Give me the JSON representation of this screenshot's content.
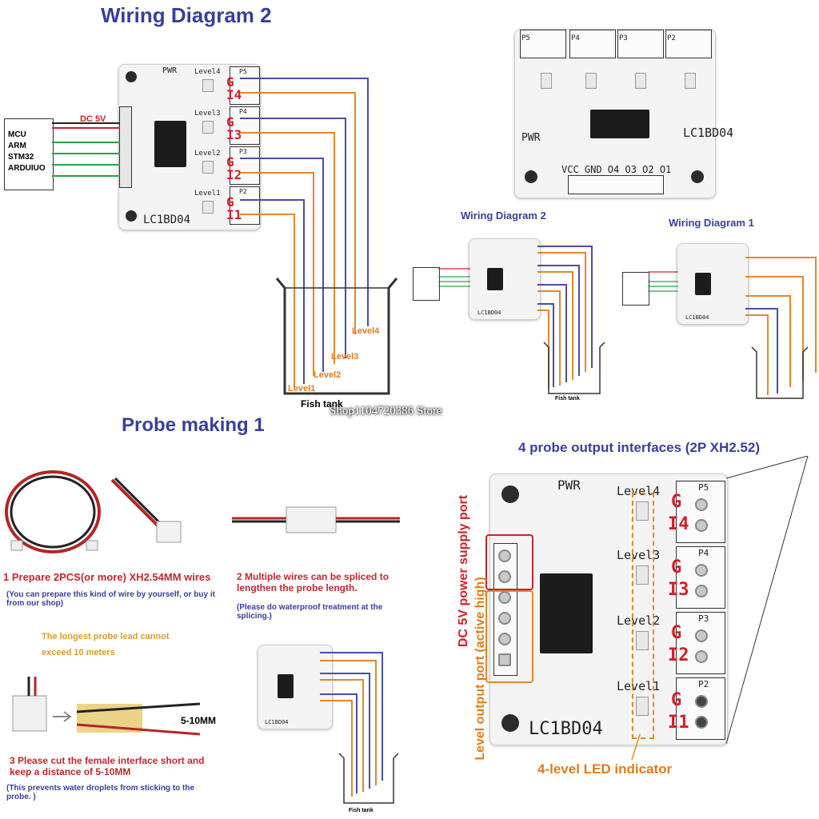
{
  "titles": {
    "wiring2_main": "Wiring Diagram 2",
    "wiring2_small": "Wiring Diagram 2",
    "wiring1_small": "Wiring Diagram 1",
    "probe_making": "Probe making 1",
    "interfaces": "4 probe output interfaces (2P XH2.52)"
  },
  "board": {
    "model": "LC1BD04",
    "pwr": "PWR",
    "levels": [
      "Level4",
      "Level3",
      "Level2",
      "Level1"
    ],
    "ports": [
      "P5",
      "P4",
      "P3",
      "P2"
    ],
    "pins": [
      "VCC",
      "GND",
      "O4",
      "O3",
      "O2",
      "O1"
    ],
    "probe_labels": [
      "G",
      "I4",
      "G",
      "I3",
      "G",
      "I2",
      "G",
      "I1"
    ],
    "dc": "DC 5V",
    "mcu": [
      "MCU",
      "ARM",
      "STM32",
      "ARDUIUO"
    ]
  },
  "tank": {
    "label": "Fish tank",
    "levels": [
      "Level4",
      "Level3",
      "Level2",
      "Level1"
    ]
  },
  "watermark": "Shop1104720386 Store",
  "steps": {
    "step1_title": "1 Prepare 2PCS(or more) XH2.54MM wires",
    "step1_note": "(You can prepare this kind of wire by yourself, or buy it from our shop)",
    "limit": "The longest probe lead cannot exceed 10 meters",
    "step2_title": "2 Multiple wires can be spliced to lengthen the probe length.",
    "step2_note": "(Please do waterproof treatment at the splicing.)",
    "step3_title": "3 Please cut the female interface short and keep a distance of 5-10MM",
    "step3_note": "(This prevents water droplets from sticking to the probe. )",
    "distance": "5-10MM"
  },
  "annotations": {
    "power_port": "DC 5V power supply port",
    "level_port": "Level output port (active high)",
    "led_indicator": "4-level LED indicator"
  },
  "colors": {
    "blue": "#4a4fa5",
    "orange": "#e08a2a",
    "red": "#d0202a",
    "green": "#2aa14a"
  }
}
